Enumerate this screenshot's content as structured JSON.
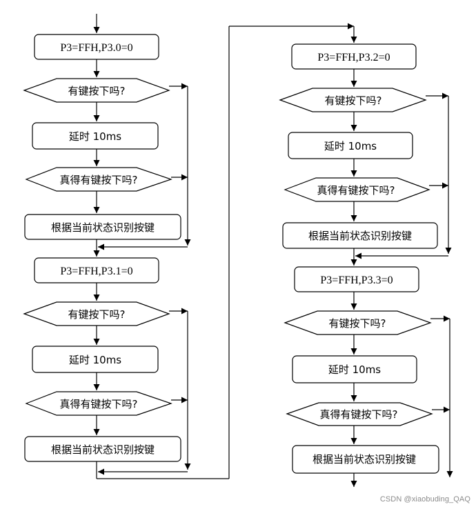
{
  "diagram": {
    "col1": {
      "set_port_0": "P3=FFH,P3.0=0",
      "key_check_0": "有键按下吗?",
      "delay_0": "延时 10ms",
      "confirm_0": "真得有键按下吗?",
      "identify_0": "根据当前状态识别按键",
      "set_port_1": "P3=FFH,P3.1=0",
      "key_check_1": "有键按下吗?",
      "delay_1": "延时 10ms",
      "confirm_1": "真得有键按下吗?",
      "identify_1": "根据当前状态识别按键"
    },
    "col2": {
      "set_port_2": "P3=FFH,P3.2=0",
      "key_check_2": "有键按下吗?",
      "delay_2": "延时 10ms",
      "confirm_2": "真得有键按下吗?",
      "identify_2": "根据当前状态识别按键",
      "set_port_3": "P3=FFH,P3.3=0",
      "key_check_3": "有键按下吗?",
      "delay_3": "延时 10ms",
      "confirm_3": "真得有键按下吗?",
      "identify_3": "根据当前状态识别按键"
    }
  },
  "watermark": "CSDN @xiaobuding_QAQ"
}
